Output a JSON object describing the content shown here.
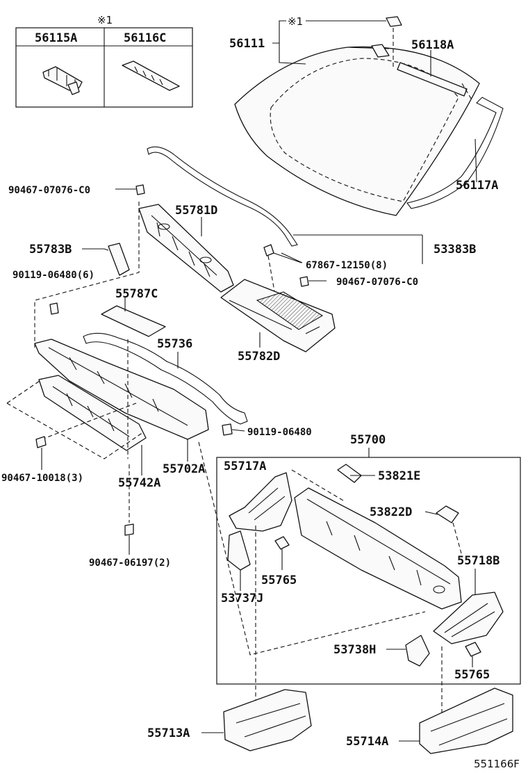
{
  "diagram_ref": "551166F",
  "note_mark": "※1",
  "inset": {
    "note": "※1",
    "columns": [
      "56115A",
      "56116C"
    ]
  },
  "labels": {
    "p56111": "56111",
    "p56111_note": "※1",
    "p56118A": "56118A",
    "p56117A": "56117A",
    "p90467_07076_C0_a": "90467-07076-C0",
    "p55781D": "55781D",
    "p55783B": "55783B",
    "p90119_06480_6": "90119-06480(6)",
    "p53383B": "53383B",
    "p67867_12150_8": "67867-12150(8)",
    "p90467_07076_C0_b": "90467-07076-C0",
    "p55787C": "55787C",
    "p55736": "55736",
    "p55782D": "55782D",
    "p90119_06480": "90119-06480",
    "p55700": "55700",
    "p90467_10018_3": "90467-10018(3)",
    "p55742A": "55742A",
    "p55702A": "55702A",
    "p55717A": "55717A",
    "p53821E": "53821E",
    "p53822D": "53822D",
    "p55765_a": "55765",
    "p55718B": "55718B",
    "p53737J": "53737J",
    "p53738H": "53738H",
    "p55765_b": "55765",
    "p90467_06197_2": "90467-06197(2)",
    "p55713A": "55713A",
    "p55714A": "55714A"
  }
}
